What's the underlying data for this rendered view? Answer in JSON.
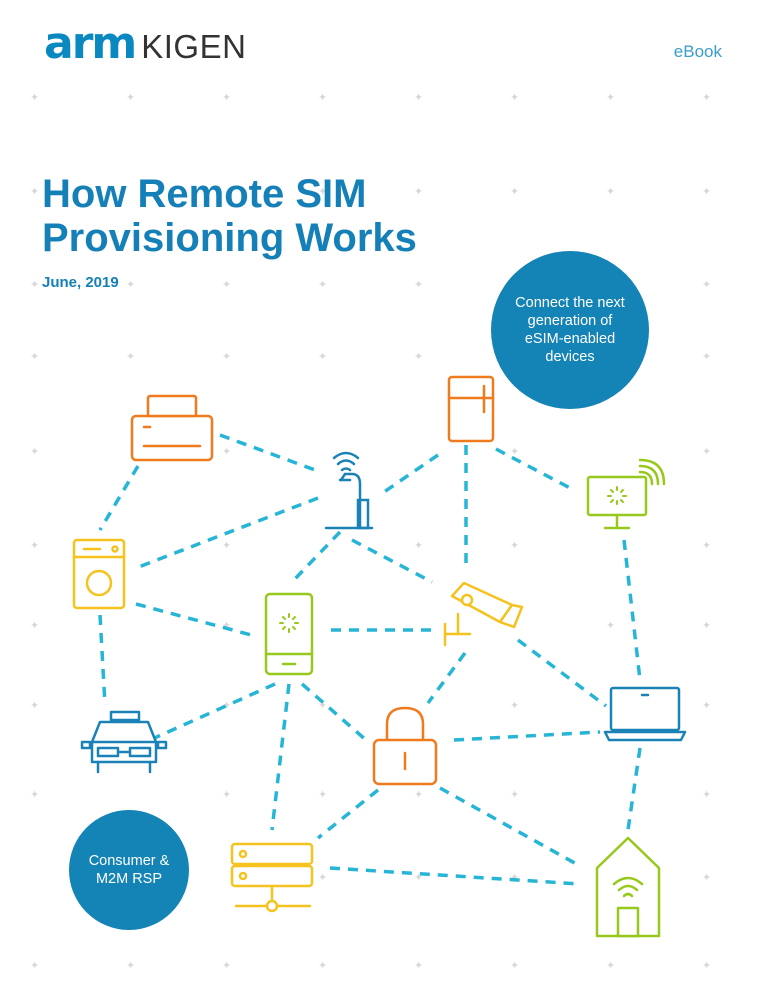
{
  "header": {
    "logo_arm": "arm",
    "logo_kigen": "KIGEN",
    "doc_type": "eBook"
  },
  "cover": {
    "title": "How Remote SIM Provisioning Works",
    "date": "June, 2019"
  },
  "callouts": {
    "top": "Connect the next generation of eSIM-enabled devices",
    "bottom": "Consumer & M2M RSP"
  },
  "colors": {
    "brand_blue": "#1483b6",
    "link_cyan": "#27b5d6",
    "orange": "#f07a1e",
    "yellow": "#f5c21e",
    "green": "#97c81c",
    "teal": "#1a82b6"
  },
  "icons": [
    "printer-icon",
    "fridge-icon",
    "lamp-icon",
    "monitor-icon",
    "washer-icon",
    "phone-icon",
    "camera-icon",
    "laptop-icon",
    "taxi-icon",
    "lock-icon",
    "server-icon",
    "house-icon"
  ]
}
